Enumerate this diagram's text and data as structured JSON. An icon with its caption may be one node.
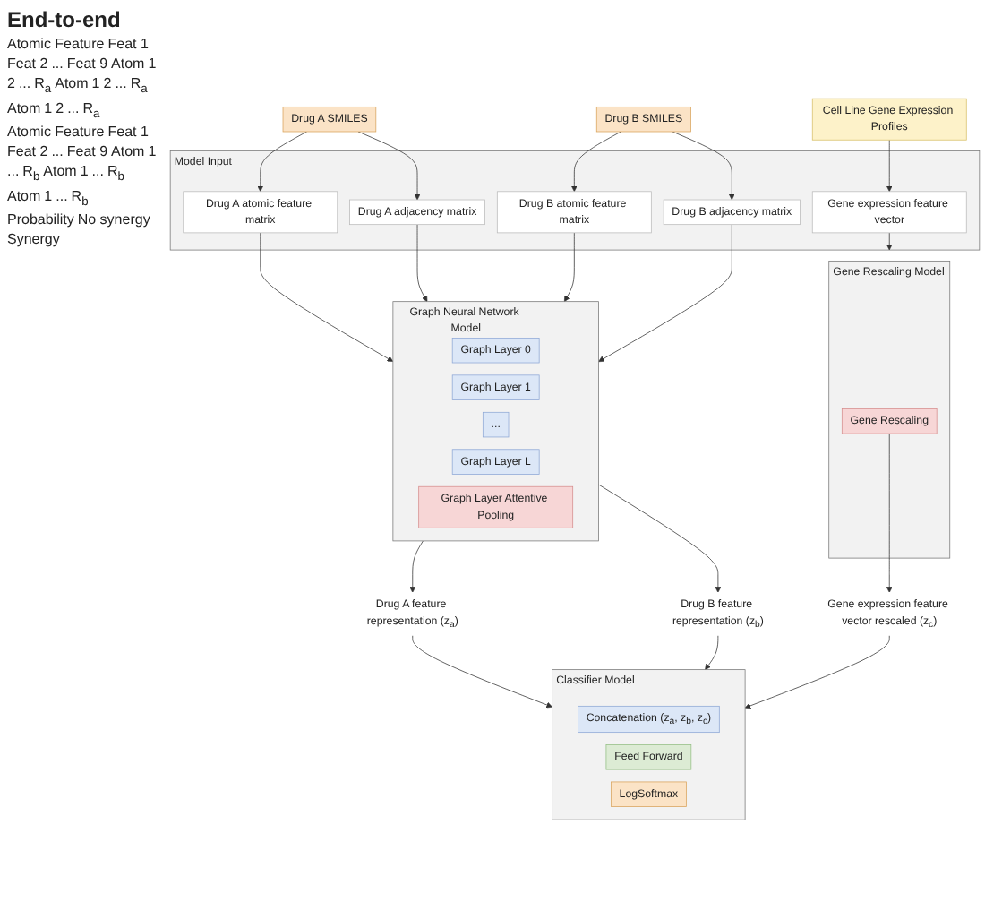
{
  "diagram": {
    "nodes": [
      {
        "text": [
          "Drug A SMILES"
        ]
      },
      {
        "text": [
          "Drug B SMILES"
        ]
      },
      {
        "text": [
          "Cell Line Gene Expression Profiles"
        ]
      },
      {
        "text": [
          "Model Input"
        ]
      },
      {
        "text": [
          "Drug A atomic feature matrix"
        ],
        "in": 3
      },
      {
        "text": [
          "Drug A adjacency matrix"
        ],
        "in": 3
      },
      {
        "text": [
          "Drug B atomic feature matrix"
        ],
        "in": 3
      },
      {
        "text": [
          "Drug B adjacency matrix"
        ],
        "in": 3
      },
      {
        "text": [
          "Gene expression feature vector"
        ],
        "in": 3
      },
      {
        "text": [
          "Graph Neural Network Model"
        ]
      },
      {
        "text": [
          "Graph Layer 0"
        ],
        "in": 9
      },
      {
        "text": [
          "Graph Layer 1"
        ],
        "in": 9
      },
      {
        "text": [
          "..."
        ],
        "in": 9
      },
      {
        "text": [
          "Graph Layer L"
        ],
        "in": 9
      },
      {
        "text": [
          "Graph Layer Attentive Pooling"
        ],
        "in": 9
      },
      {
        "text": [
          "Gene Rescaling Model"
        ]
      },
      {
        "text": [
          "Gene Rescaling"
        ],
        "in": 15
      },
      {
        "text": [
          "Drug A feature representation (z$_{a}$)"
        ]
      },
      {
        "text": [
          "Drug B feature representation (z$_{b}$)"
        ]
      },
      {
        "text": [
          "Gene expression feature vector rescaled (z$_{c}$)"
        ]
      },
      {
        "text": [
          "Classifier Model"
        ]
      },
      {
        "text": [
          "Concatenation (z$_{a}$, z$_{b}$, z$_{c}$)"
        ],
        "in": 20
      },
      {
        "text": [
          "Feed Forward"
        ],
        "in": 20
      },
      {
        "text": [
          "LogSoftmax"
        ],
        "in": 20
      }
    ],
    "edges": [
      {
        "from": 0,
        "to": 4,
        "arrow": "to"
      },
      {
        "from": 0,
        "to": 5,
        "arrow": "to"
      },
      {
        "from": 1,
        "to": 6,
        "arrow": "to"
      },
      {
        "from": 1,
        "to": 7,
        "arrow": "to"
      },
      {
        "from": 2,
        "to": 8,
        "arrow": "to"
      },
      {
        "from": 4,
        "to": 9,
        "arrow": "to"
      },
      {
        "from": 5,
        "to": 9,
        "arrow": "to"
      },
      {
        "from": 6,
        "to": 9,
        "arrow": "to"
      },
      {
        "from": 7,
        "to": 9,
        "arrow": "to"
      },
      {
        "from": 8,
        "to": 15,
        "arrow": "to"
      },
      {
        "from": 9,
        "to": 17,
        "arrow": "to"
      },
      {
        "from": 9,
        "to": 18,
        "arrow": "to"
      },
      {
        "from": 16,
        "to": 19,
        "arrow": "to"
      },
      {
        "from": 17,
        "to": 20,
        "arrow": "to"
      },
      {
        "from": 18,
        "to": 20,
        "arrow": "to"
      },
      {
        "from": 19,
        "to": 20,
        "arrow": "to"
      }
    ],
    "labels": [
      "End-to-end",
      "Atomic Feature",
      "Feat 1",
      "Feat 2",
      "...",
      "Feat 9",
      "Atom",
      "1",
      "2",
      "...",
      "R$_{a}$",
      "Atom",
      "1",
      "2",
      "...",
      "R$_{a}$",
      "Atom",
      "1",
      "2",
      "...",
      "R$_{a}$",
      "Atomic Feature",
      "Feat 1",
      "Feat 2",
      "...",
      "Feat 9",
      "Atom",
      "1",
      "...",
      "R$_{b}$",
      "Atom",
      "1",
      "...",
      "R$_{b}$",
      "Atom",
      "1",
      "...",
      "R$_{b}$",
      "Probability",
      "No synergy",
      "Synergy"
    ]
  }
}
